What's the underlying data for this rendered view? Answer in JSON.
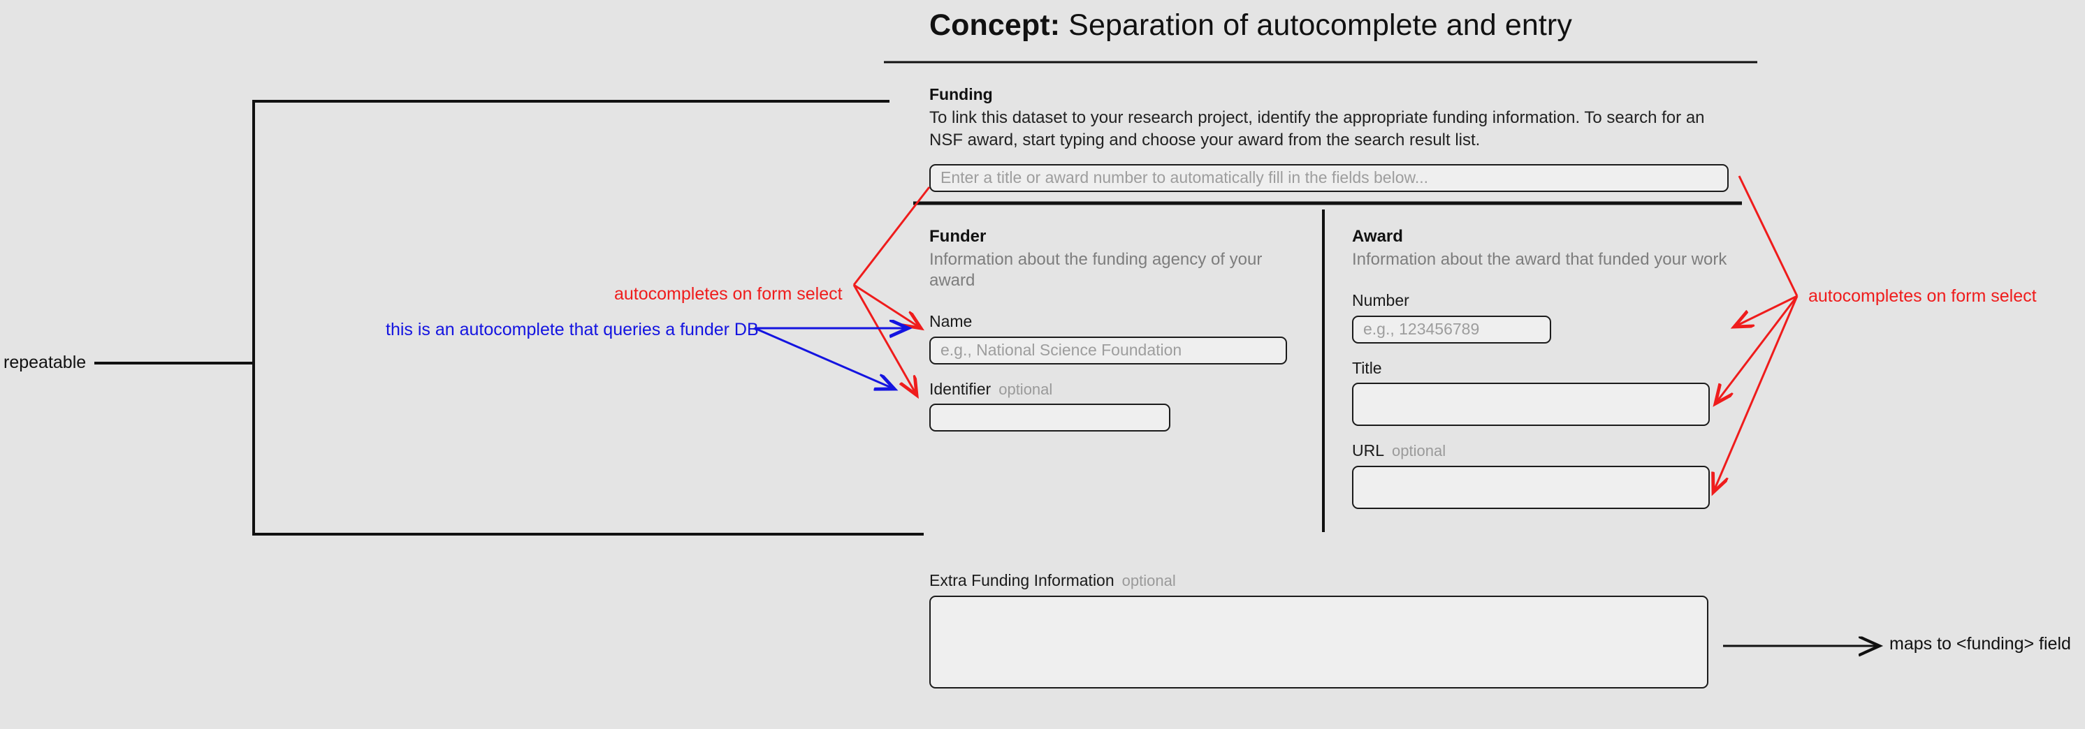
{
  "page": {
    "background_color": "#e4e4e4",
    "title_prefix": "Concept:",
    "title_rest": " Separation of autocomplete and entry"
  },
  "form": {
    "funding": {
      "heading": "Funding",
      "description": "To link this dataset to your research project, identify the appropriate funding information. To search for an NSF award, start typing and choose your award from the search result list.",
      "search_placeholder": "Enter a title or award number to automatically fill in the fields below...",
      "search_value": ""
    },
    "funder": {
      "heading": "Funder",
      "description": "Information about the funding agency of your award",
      "fields": [
        {
          "label": "Name",
          "optional_tag": "",
          "placeholder": "e.g., National Science Foundation",
          "value": ""
        },
        {
          "label": "Identifier",
          "optional_tag": "optional",
          "placeholder": "",
          "value": ""
        }
      ]
    },
    "award": {
      "heading": "Award",
      "description": "Information about the award that funded your work",
      "fields": [
        {
          "label": "Number",
          "optional_tag": "",
          "placeholder": "e.g., 123456789",
          "value": ""
        },
        {
          "label": "Title",
          "optional_tag": "",
          "placeholder": "",
          "value": ""
        },
        {
          "label": "URL",
          "optional_tag": "optional",
          "placeholder": "",
          "value": ""
        }
      ]
    },
    "extra": {
      "label": "Extra Funding Information",
      "optional_tag": "optional",
      "placeholder": "",
      "value": ""
    }
  },
  "annotations": {
    "repeatable": "repeatable",
    "autocomplete_on_form_select_left": "autocompletes on form select",
    "funder_db_autocomplete": "this is an autocomplete that queries a funder DB",
    "autocomplete_on_form_select_right": "autocompletes on form select",
    "maps_to_funding_field": "maps to <funding> field"
  },
  "colors": {
    "annotation_red": "#ef1c1c",
    "annotation_blue": "#1414e0",
    "annotation_black": "#111111",
    "input_border": "#1b1b1b",
    "input_fill": "#efefef",
    "muted_text": "#7d7d7d"
  }
}
